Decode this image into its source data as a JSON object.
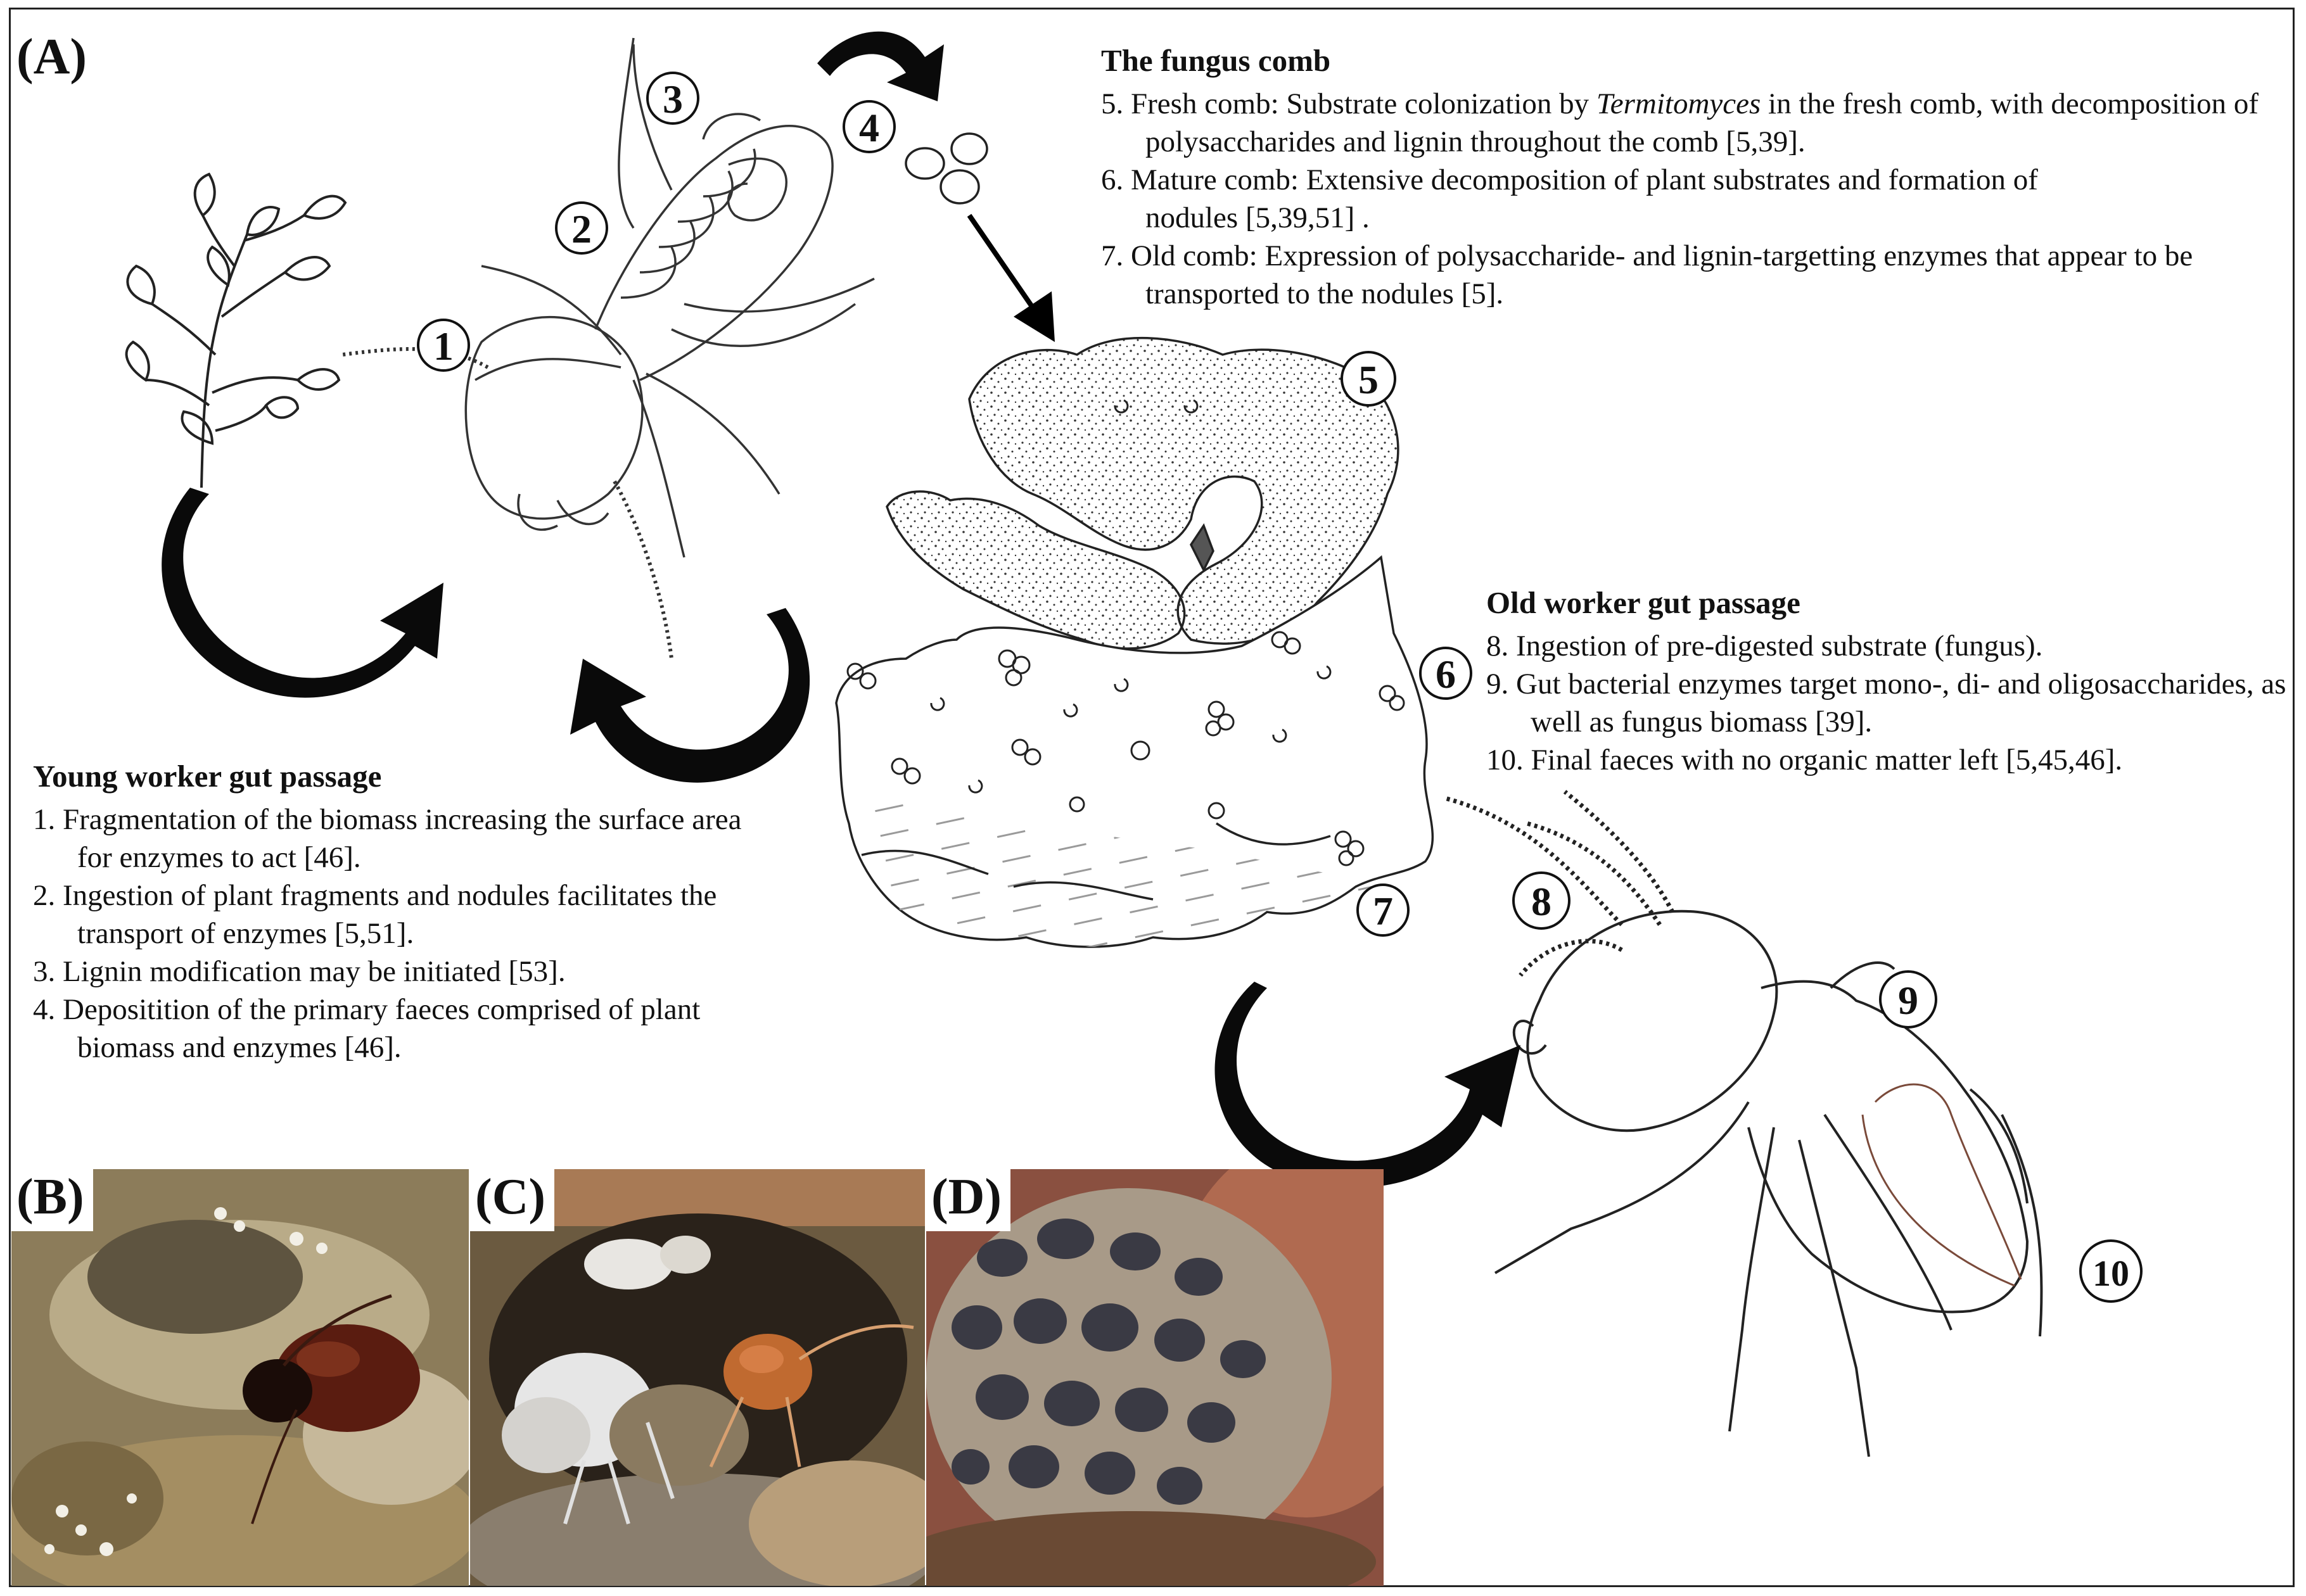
{
  "panels": {
    "a": "(A)",
    "b": "(B)",
    "c": "(C)",
    "d": "(D)"
  },
  "step_numbers": [
    "1",
    "2",
    "3",
    "4",
    "5",
    "6",
    "7",
    "8",
    "9",
    "10"
  ],
  "fungus_comb": {
    "heading": "The fungus comb",
    "item5_pre": "5. Fresh comb: Substrate colonization by ",
    "item5_italic": "Termitomyces",
    "item5_post": " in the fresh comb, with decomposition of polysaccharides and lignin throughout the comb [5,39].",
    "item6": "6. Mature comb: Extensive decomposition of plant substrates and formation of nodules [5,39,51] .",
    "item7": "7. Old comb: Expression of polysaccharide- and lignin-targetting enzymes that appear to be transported to the nodules [5]."
  },
  "old_worker": {
    "heading": "Old worker gut passage",
    "items": [
      "8. Ingestion of pre-digested substrate (fungus).",
      "9. Gut bacterial enzymes target mono-, di- and oligosaccharides, as well as fungus biomass [39].",
      "10. Final faeces with no organic matter left [5,45,46]."
    ]
  },
  "young_worker": {
    "heading": "Young worker gut passage",
    "items": [
      "1. Fragmentation of the biomass increasing the surface area for enzymes to act [46].",
      "2. Ingestion of plant fragments and nodules facilitates the transport of enzymes [5,51].",
      "3. Lignin modification may be initiated [53].",
      "4. Depositition of the primary faeces comprised of plant biomass and enzymes [46]."
    ]
  },
  "colors": {
    "ink": "#111111",
    "arrow": "#0a0a0a",
    "photo_b_bg": "#9a8a66",
    "photo_c_bg": "#6b5a40",
    "photo_d_bg": "#8a5a48",
    "soldier_head": "#5a1c10"
  }
}
